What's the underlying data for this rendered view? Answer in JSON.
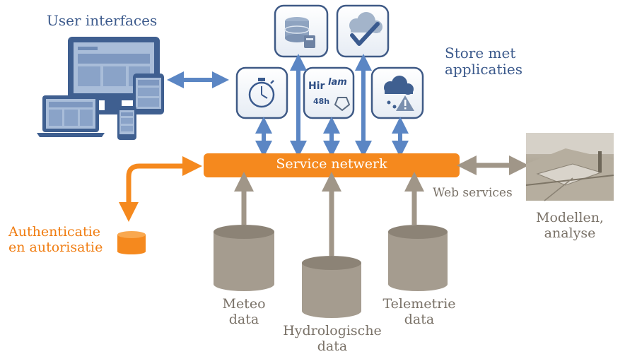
{
  "labels": {
    "user_interfaces": "User interfaces",
    "store_line1": "Store met",
    "store_line2": "applicaties",
    "service_network": "Service netwerk",
    "web_services": "Web services",
    "models_line1": "Modellen,",
    "models_line2": "analyse",
    "auth_line1": "Authenticatie",
    "auth_line2": "en autorisatie",
    "meteo_line1": "Meteo",
    "meteo_line2": "data",
    "hydro_line1": "Hydrologische",
    "hydro_line2": "data",
    "tele_line1": "Telemetrie",
    "tele_line2": "data"
  },
  "icon_text": {
    "hirlam_a": "Hir",
    "hirlam_b": "lam",
    "hirlam_c": "48h"
  },
  "icons": [
    "database-server-icon",
    "cloud-check-icon",
    "stopwatch-icon",
    "hirlam-48h-icon",
    "weather-warning-icon",
    "devices-icon",
    "terrain-model-image"
  ],
  "colors": {
    "blue": "#5b86c4",
    "dark_blue": "#3c5a8c",
    "orange": "#f5891e",
    "taupe": "#a09688",
    "text_gray": "#7a7268"
  }
}
